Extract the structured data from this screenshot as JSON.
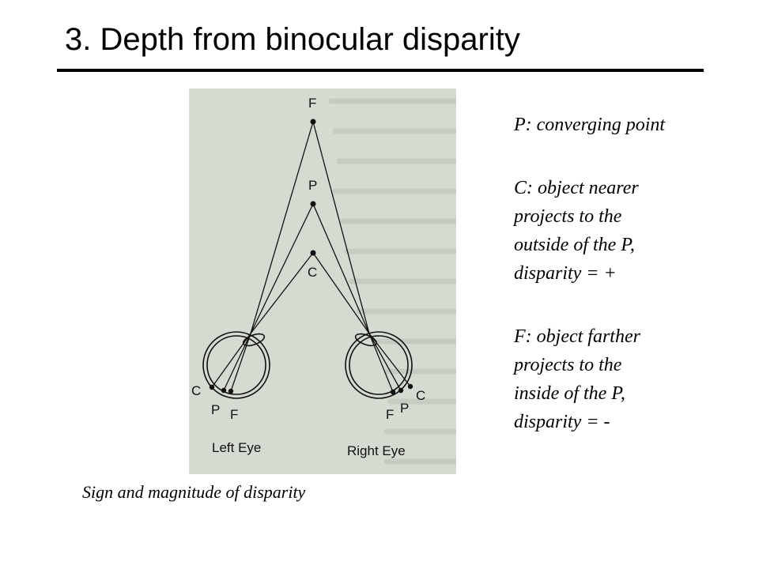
{
  "slide": {
    "title": "3. Depth from binocular disparity"
  },
  "figure": {
    "labels": {
      "F": "F",
      "P": "P",
      "C": "C",
      "left_eye": "Left Eye",
      "right_eye": "Right Eye"
    }
  },
  "caption": "Sign and magnitude of disparity",
  "notes": {
    "p": "P: converging point",
    "c": "C: object nearer\nprojects to the\noutside of the P,\ndisparity = +",
    "f": "F: object farther\nprojects to the\ninside of the P,\ndisparity = -"
  }
}
